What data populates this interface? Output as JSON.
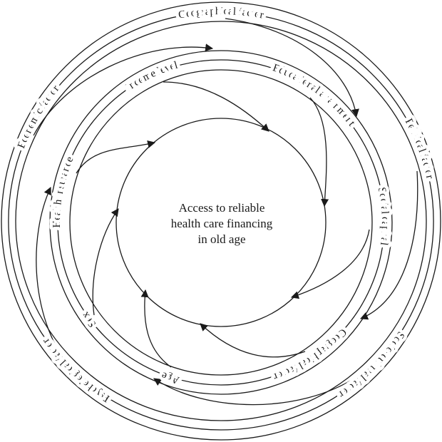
{
  "center": {
    "line1": "Access to reliable",
    "line2": "health care financing",
    "line3": "in old age"
  },
  "outer_ring": {
    "geographical": "Geographical factor",
    "political": "Political factor",
    "socio_cultural": "Socio-cultural factor",
    "psychological": "Psychological factor",
    "economic": "Economic factor"
  },
  "inner_ring": {
    "income": "Income level",
    "education": "Educational attainment",
    "social_capital": "Social capital",
    "geographical": "Geographical factor",
    "age": "Age",
    "sex": "Sex",
    "health_insurance": "Health insurance"
  },
  "colors": {
    "ink": "#1a1a1a",
    "background": "#ffffff"
  }
}
